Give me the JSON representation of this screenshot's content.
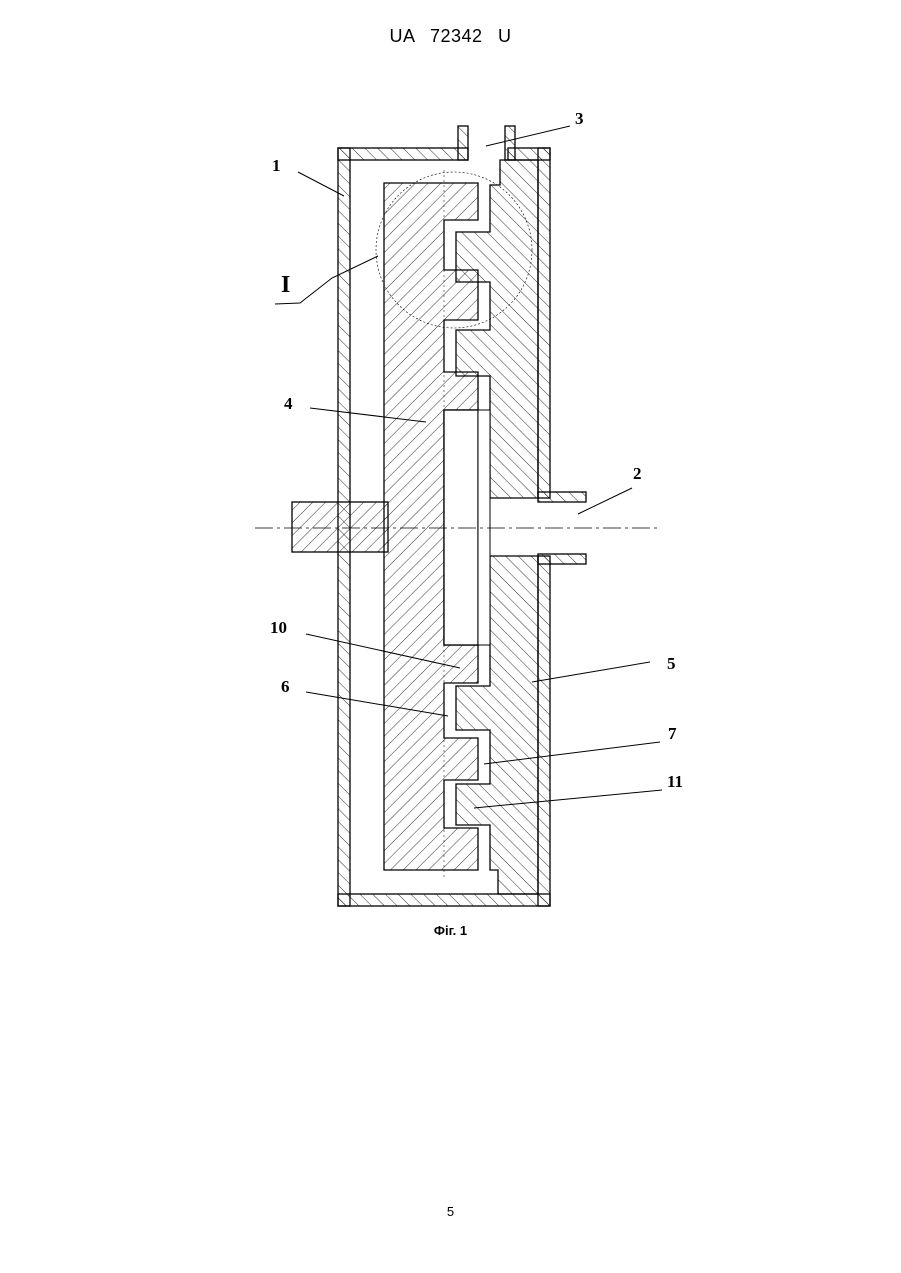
{
  "header": {
    "text": "UA 72342 U"
  },
  "figure": {
    "caption": "Фіг. 1",
    "labels": {
      "l1": "1",
      "l2": "2",
      "l3": "3",
      "l4": "4",
      "l5": "5",
      "l6": "6",
      "l7": "7",
      "l10": "10",
      "l11": "11",
      "lI": "I"
    }
  },
  "footer": {
    "page_number": "5"
  }
}
